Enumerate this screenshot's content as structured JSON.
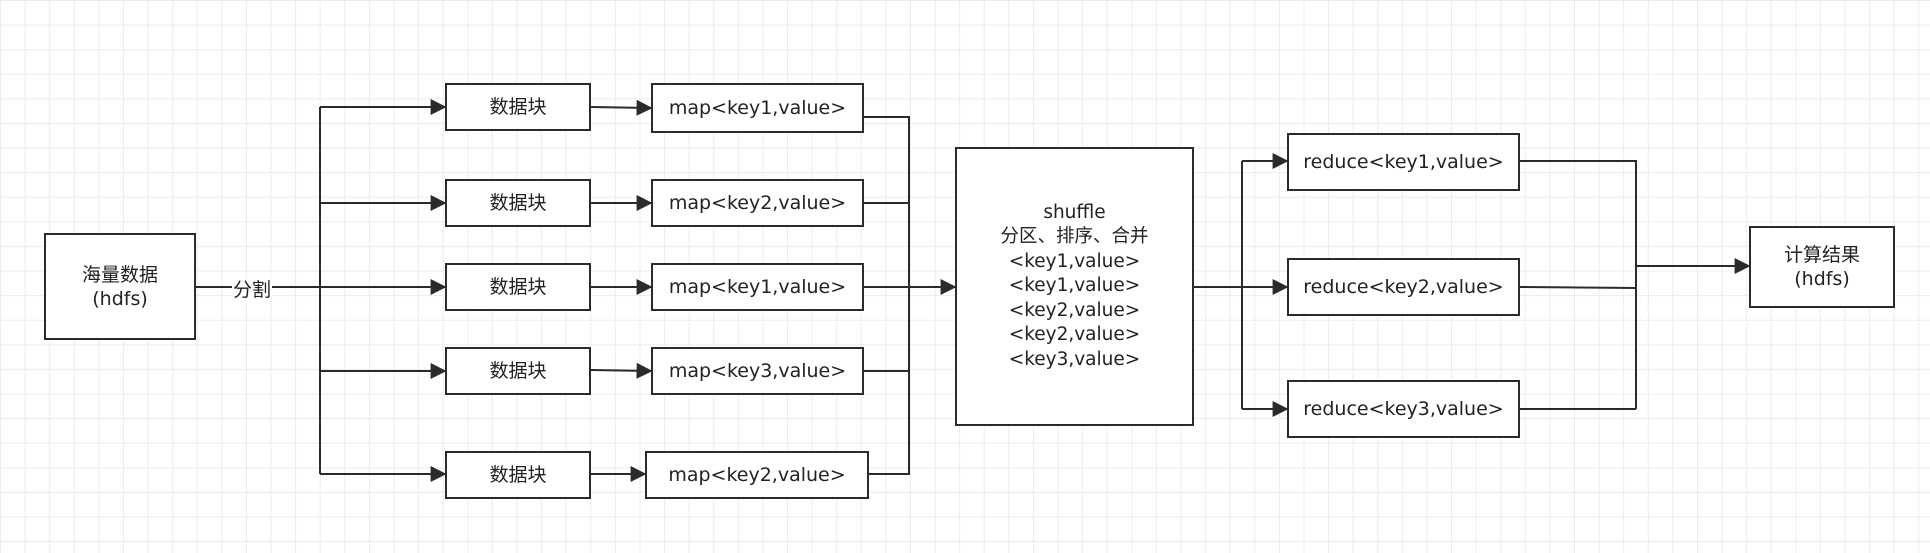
{
  "source": {
    "label": "海量数据\n(hdfs)"
  },
  "split_label": "分割",
  "blocks": [
    "数据块",
    "数据块",
    "数据块",
    "数据块",
    "数据块"
  ],
  "maps": [
    "map<key1,value>",
    "map<key2,value>",
    "map<key1,value>",
    "map<key3,value>",
    "map<key2,value>"
  ],
  "shuffle": {
    "title": "shuffle",
    "subtitle": "分区、排序、合并",
    "items": [
      "<key1,value>",
      "<key1,value>",
      "<key2,value>",
      "<key2,value>",
      "<key3,value>"
    ]
  },
  "reduces": [
    "reduce<key1,value>",
    "reduce<key2,value>",
    "reduce<key3,value>"
  ],
  "result": {
    "label": "计算结果\n(hdfs)"
  },
  "colors": {
    "stroke": "#2b2b2b",
    "grid": "#ececec",
    "background": "#ffffff"
  }
}
